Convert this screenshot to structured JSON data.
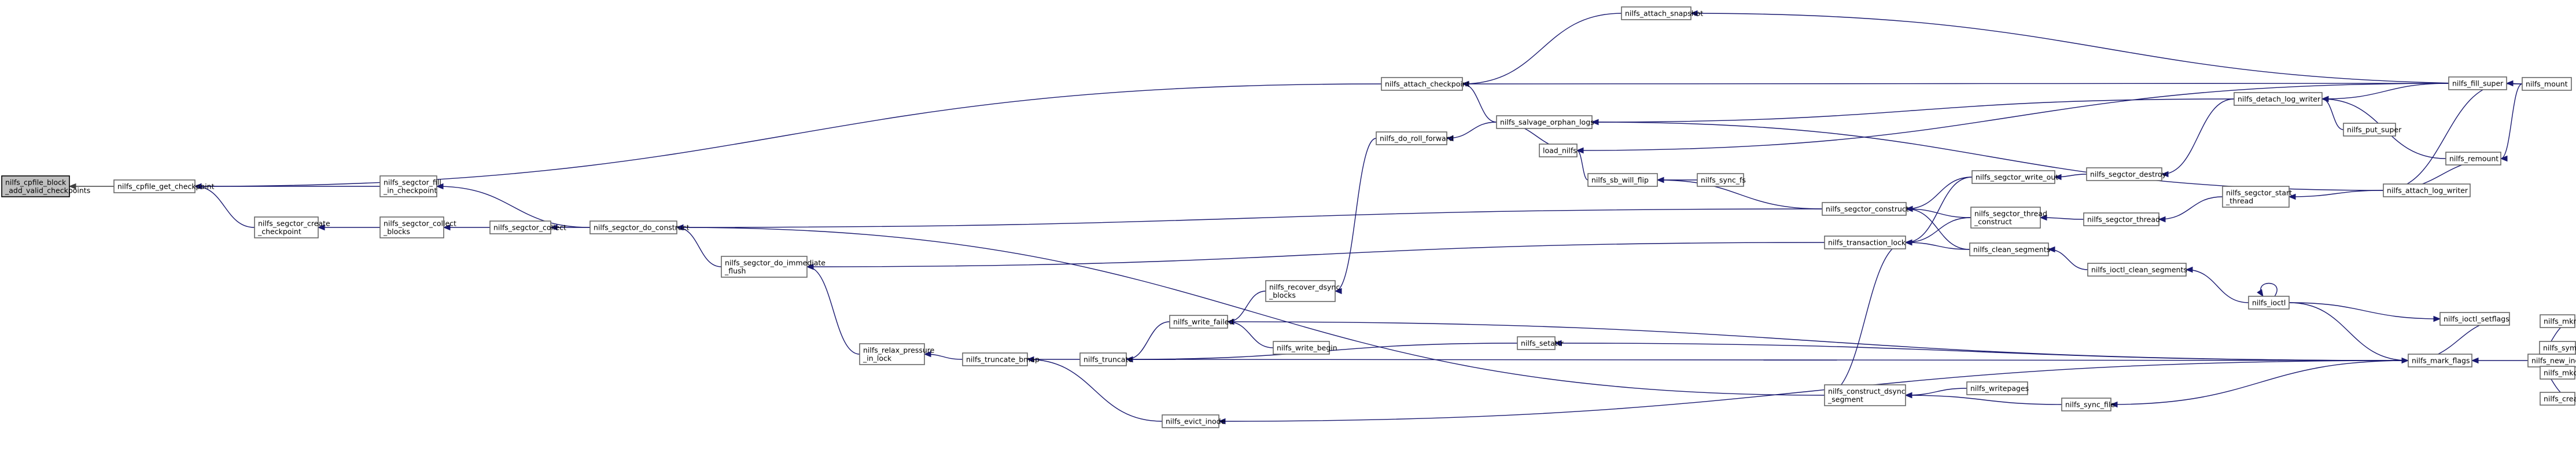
{
  "diagram": {
    "colors": {
      "edge": "#191970",
      "edge_root": "#404040",
      "root_fill": "#bfbfbf",
      "node_fill": "#ffffff"
    },
    "nodes": [
      {
        "id": "n_root",
        "lines": [
          "nilfs_cpfile_block",
          "_add_valid_checkpoints"
        ],
        "root": true
      },
      {
        "id": "n_getcp",
        "lines": [
          "nilfs_cpfile_get_checkpoint"
        ]
      },
      {
        "id": "n_fillin",
        "lines": [
          "nilfs_segctor_fill",
          "_in_checkpoint"
        ]
      },
      {
        "id": "n_create",
        "lines": [
          "nilfs_segctor_create",
          "_checkpoint"
        ]
      },
      {
        "id": "n_collblk",
        "lines": [
          "nilfs_segctor_collect",
          "_blocks"
        ]
      },
      {
        "id": "n_collect",
        "lines": [
          "nilfs_segctor_collect"
        ]
      },
      {
        "id": "n_doconstruct",
        "lines": [
          "nilfs_segctor_do_construct"
        ]
      },
      {
        "id": "n_doimm",
        "lines": [
          "nilfs_segctor_do_immediate",
          "_flush"
        ]
      },
      {
        "id": "n_relax",
        "lines": [
          "nilfs_relax_pressure",
          "_in_lock"
        ]
      },
      {
        "id": "n_truncbmap",
        "lines": [
          "nilfs_truncate_bmap"
        ]
      },
      {
        "id": "n_truncate",
        "lines": [
          "nilfs_truncate"
        ]
      },
      {
        "id": "n_writefailed",
        "lines": [
          "nilfs_write_failed"
        ]
      },
      {
        "id": "n_writebegin",
        "lines": [
          "nilfs_write_begin"
        ]
      },
      {
        "id": "n_recover",
        "lines": [
          "nilfs_recover_dsync",
          "_blocks"
        ]
      },
      {
        "id": "n_evict",
        "lines": [
          "nilfs_evict_inode"
        ]
      },
      {
        "id": "n_setattr",
        "lines": [
          "nilfs_setattr"
        ]
      },
      {
        "id": "n_attachcp",
        "lines": [
          "nilfs_attach_checkpoint"
        ]
      },
      {
        "id": "n_snapshot",
        "lines": [
          "nilfs_attach_snapshot"
        ]
      },
      {
        "id": "n_rollfwd",
        "lines": [
          "nilfs_do_roll_forward"
        ]
      },
      {
        "id": "n_salvage",
        "lines": [
          "nilfs_salvage_orphan_logs"
        ]
      },
      {
        "id": "n_loadnilfs",
        "lines": [
          "load_nilfs"
        ]
      },
      {
        "id": "n_sbflip",
        "lines": [
          "nilfs_sb_will_flip"
        ]
      },
      {
        "id": "n_syncfs",
        "lines": [
          "nilfs_sync_fs"
        ]
      },
      {
        "id": "n_sconstruct",
        "lines": [
          "nilfs_segctor_construct"
        ]
      },
      {
        "id": "n_translock",
        "lines": [
          "nilfs_transaction_lock"
        ]
      },
      {
        "id": "n_cds",
        "lines": [
          "nilfs_construct_dsync",
          "_segment"
        ]
      },
      {
        "id": "n_writepages",
        "lines": [
          "nilfs_writepages"
        ]
      },
      {
        "id": "n_syncfile",
        "lines": [
          "nilfs_sync_file"
        ]
      },
      {
        "id": "n_writeout",
        "lines": [
          "nilfs_segctor_write_out"
        ]
      },
      {
        "id": "n_destroy",
        "lines": [
          "nilfs_segctor_destroy"
        ]
      },
      {
        "id": "n_thrcons",
        "lines": [
          "nilfs_segctor_thread",
          "_construct"
        ]
      },
      {
        "id": "n_thread",
        "lines": [
          "nilfs_segctor_thread"
        ]
      },
      {
        "id": "n_startthr",
        "lines": [
          "nilfs_segctor_start",
          "_thread"
        ]
      },
      {
        "id": "n_cleanseg",
        "lines": [
          "nilfs_clean_segments"
        ]
      },
      {
        "id": "n_ioctlclean",
        "lines": [
          "nilfs_ioctl_clean_segments"
        ]
      },
      {
        "id": "n_ioctl",
        "lines": [
          "nilfs_ioctl"
        ]
      },
      {
        "id": "n_detachlw",
        "lines": [
          "nilfs_detach_log_writer"
        ]
      },
      {
        "id": "n_attachlw",
        "lines": [
          "nilfs_attach_log_writer"
        ]
      },
      {
        "id": "n_putsuper",
        "lines": [
          "nilfs_put_super"
        ]
      },
      {
        "id": "n_fillsuper",
        "lines": [
          "nilfs_fill_super"
        ]
      },
      {
        "id": "n_mount",
        "lines": [
          "nilfs_mount"
        ]
      },
      {
        "id": "n_remount",
        "lines": [
          "nilfs_remount"
        ]
      },
      {
        "id": "n_ioctlsetflags",
        "lines": [
          "nilfs_ioctl_setflags"
        ]
      },
      {
        "id": "n_markflags",
        "lines": [
          "nilfs_mark_flags"
        ]
      },
      {
        "id": "n_newinode",
        "lines": [
          "nilfs_new_inode"
        ]
      },
      {
        "id": "n_mknod",
        "lines": [
          "nilfs_mknod"
        ]
      },
      {
        "id": "n_symlink",
        "lines": [
          "nilfs_symlink"
        ]
      },
      {
        "id": "n_mkdir",
        "lines": [
          "nilfs_mkdir"
        ]
      },
      {
        "id": "n_create2",
        "lines": [
          "nilfs_create"
        ]
      }
    ],
    "edges": [
      [
        "n_getcp",
        "n_root"
      ],
      [
        "n_fillin",
        "n_getcp"
      ],
      [
        "n_create",
        "n_getcp"
      ],
      [
        "n_attachcp",
        "n_getcp"
      ],
      [
        "n_collblk",
        "n_create"
      ],
      [
        "n_collect",
        "n_collblk"
      ],
      [
        "n_doconstruct",
        "n_fillin"
      ],
      [
        "n_doconstruct",
        "n_collect"
      ],
      [
        "n_doimm",
        "n_doconstruct"
      ],
      [
        "n_sconstruct",
        "n_doconstruct"
      ],
      [
        "n_cds",
        "n_doconstruct"
      ],
      [
        "n_relax",
        "n_doimm"
      ],
      [
        "n_translock",
        "n_doimm"
      ],
      [
        "n_truncbmap",
        "n_relax"
      ],
      [
        "n_truncate",
        "n_truncbmap"
      ],
      [
        "n_evict",
        "n_truncbmap"
      ],
      [
        "n_writefailed",
        "n_truncate"
      ],
      [
        "n_setattr",
        "n_truncate"
      ],
      [
        "n_markflags",
        "n_truncate"
      ],
      [
        "n_writebegin",
        "n_writefailed"
      ],
      [
        "n_recover",
        "n_writefailed"
      ],
      [
        "n_markflags",
        "n_writefailed"
      ],
      [
        "n_rollfwd",
        "n_recover"
      ],
      [
        "n_salvage",
        "n_rollfwd"
      ],
      [
        "n_markflags",
        "n_evict"
      ],
      [
        "n_markflags",
        "n_setattr"
      ],
      [
        "n_snapshot",
        "n_attachcp"
      ],
      [
        "n_salvage",
        "n_attachcp"
      ],
      [
        "n_fillsuper",
        "n_attachcp"
      ],
      [
        "n_mount",
        "n_snapshot"
      ],
      [
        "n_loadnilfs",
        "n_salvage"
      ],
      [
        "n_detachlw",
        "n_salvage"
      ],
      [
        "n_attachlw",
        "n_salvage"
      ],
      [
        "n_fillsuper",
        "n_loadnilfs"
      ],
      [
        "n_sbflip",
        "n_loadnilfs"
      ],
      [
        "n_syncfs",
        "n_sbflip"
      ],
      [
        "n_sconstruct",
        "n_sbflip"
      ],
      [
        "n_writeout",
        "n_sconstruct"
      ],
      [
        "n_thrcons",
        "n_sconstruct"
      ],
      [
        "n_cleanseg",
        "n_sconstruct"
      ],
      [
        "n_writeout",
        "n_translock"
      ],
      [
        "n_thrcons",
        "n_translock"
      ],
      [
        "n_cleanseg",
        "n_translock"
      ],
      [
        "n_translock",
        "n_cds"
      ],
      [
        "n_writepages",
        "n_cds"
      ],
      [
        "n_syncfile",
        "n_cds"
      ],
      [
        "n_markflags",
        "n_syncfile"
      ],
      [
        "n_destroy",
        "n_writeout"
      ],
      [
        "n_detachlw",
        "n_destroy"
      ],
      [
        "n_thread",
        "n_thrcons"
      ],
      [
        "n_startthr",
        "n_thread"
      ],
      [
        "n_attachlw",
        "n_startthr"
      ],
      [
        "n_ioctlclean",
        "n_cleanseg"
      ],
      [
        "n_ioctl",
        "n_ioctlclean"
      ],
      [
        "n_ioctl",
        "n_ioctl"
      ],
      [
        "n_putsuper",
        "n_detachlw"
      ],
      [
        "n_fillsuper",
        "n_detachlw"
      ],
      [
        "n_remount",
        "n_detachlw"
      ],
      [
        "n_fillsuper",
        "n_attachlw"
      ],
      [
        "n_remount",
        "n_attachlw"
      ],
      [
        "n_mount",
        "n_fillsuper"
      ],
      [
        "n_mount",
        "n_remount"
      ],
      [
        "n_ioctl",
        "n_markflags"
      ],
      [
        "n_ioctlsetflags",
        "n_markflags"
      ],
      [
        "n_newinode",
        "n_markflags"
      ],
      [
        "n_ioctl",
        "n_ioctlsetflags"
      ],
      [
        "n_mknod",
        "n_newinode"
      ],
      [
        "n_symlink",
        "n_newinode"
      ],
      [
        "n_mkdir",
        "n_newinode"
      ],
      [
        "n_create2",
        "n_newinode"
      ]
    ]
  }
}
